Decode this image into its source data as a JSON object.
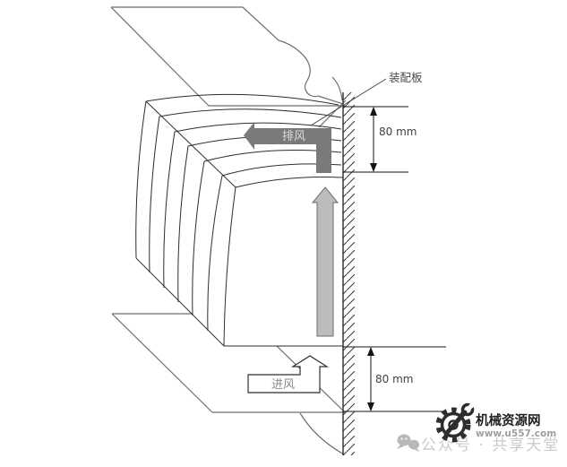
{
  "diagram": {
    "labels": {
      "mounting_plate": "装配板",
      "exhaust": "排风",
      "intake": "进风"
    },
    "dimensions": {
      "top_clearance": "80 mm",
      "bottom_clearance": "80 mm"
    },
    "colors": {
      "exhaust_arrow": "#7a7a7a",
      "airflow_arrow": "#bcbcbc",
      "intake_arrow_fill": "#ffffff",
      "outline": "#2e2e2e"
    }
  },
  "watermark": {
    "site_name": "机械资源网",
    "site_url": "www.u557.com",
    "tagline": "公众号 · 共享天堂"
  }
}
